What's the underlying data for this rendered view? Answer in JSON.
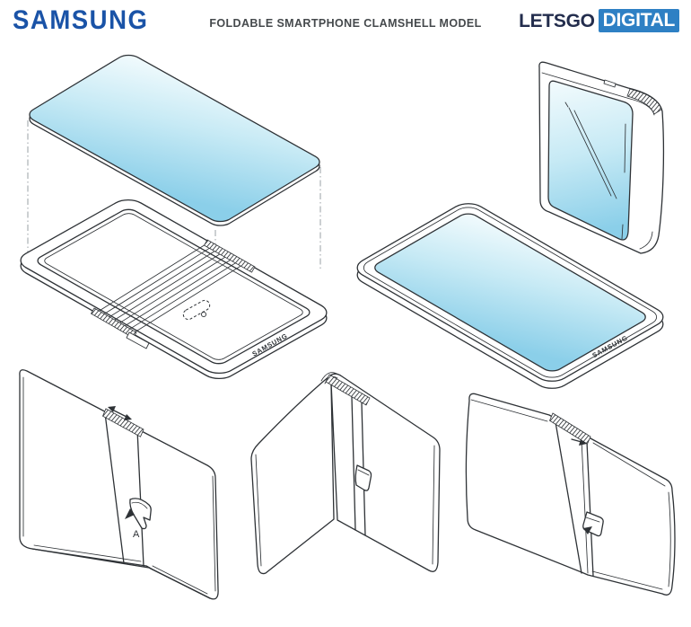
{
  "header": {
    "brand": "SAMSUNG",
    "title": "FOLDABLE SMARTPHONE CLAMSHELL MODEL",
    "publisher": {
      "left": "LETSGO",
      "right": "DIGITAL"
    }
  },
  "colors": {
    "brand-blue": "#1a53a7",
    "publisher-navy": "#232d4d",
    "publisher-blue": "#2e80c4",
    "line": "#2e3236",
    "line-faint": "#9aa0a6",
    "screen-light": "#f3fbfd",
    "screen-mid": "#c7eaf5",
    "screen-deep": "#8bcfe9"
  },
  "figures": {
    "exploded": {
      "device_label": "SAMSUNG"
    },
    "open_flat": {
      "device_label": "SAMSUNG"
    },
    "rear_open": {
      "hinge_label": "A"
    }
  },
  "icons": {
    "slide_arrow": "double-headed-arrow",
    "latch_arrow": "pointer-arrow"
  }
}
